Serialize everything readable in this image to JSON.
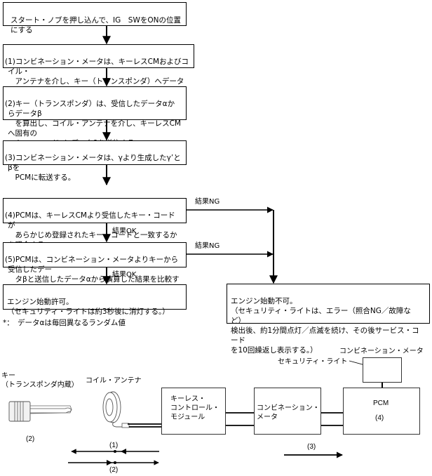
{
  "flow": {
    "start": "スタート・ノブを押し込んで、IG　SWをONの位置にする",
    "steps": [
      {
        "num": "(1)",
        "text": "コンビネーション・メータは、キーレスCMおよびコイル・\n　アンテナを介し、キー（トランスポンダ）へデータα*を送信する。"
      },
      {
        "num": "(2)",
        "text": "キー（トランスポンダ）は、受信したデータαからデータβ\n　を算出し、コイル・アンテナを介し、キーレスCMへ固有の\n　キー・コードγとデータβを送信する。"
      },
      {
        "num": "(3)",
        "text": "コンビネーション・メータは、γより生成したγ’とβを\n　PCMに転送する。"
      },
      {
        "num": "(4)",
        "text": "PCMは、キーレスCMより受信したキー・コードが\n　あらかじめ登録されたキー・コードと一致するかを照合する。"
      },
      {
        "num": "(5)",
        "text": "PCMは、コンビネーション・メータよりキーから受信したデー\n　タβと送信したデータαから演算した結果を比較する。"
      }
    ],
    "result_ok_label": "結果OK",
    "result_ng_label": "結果NG",
    "ok_outcome": "エンジン始動許可。\n（セキュリティ・ライトは約3秒後に消灯する。）",
    "ng_outcome": "エンジン始動不可。\n（セキュリティ・ライトは、エラー（照合NG／故障など）\n検出後、約1分間点灯／点滅を続け、その後サービス・コード\nを10回繰返し表示する。）",
    "footnote": "*：　データαは毎回異なるランダム値"
  },
  "diagram": {
    "key_label": "キー\n（トランスポンダ内蔵）",
    "key_step": "(2)",
    "coil_label": "コイル・アンテナ",
    "keyless_module": "キーレス・\nコントロール・\nモジュール",
    "combination_meter": "コンビネーション・\nメータ",
    "pcm": "PCM",
    "pcm_step": "(4)",
    "meter_title": "コンビネーション・メータ",
    "security_light_label": "セキュリティ・ライト",
    "arrow_1": "(1)",
    "arrow_2": "(2)",
    "arrow_3": "(3)"
  }
}
